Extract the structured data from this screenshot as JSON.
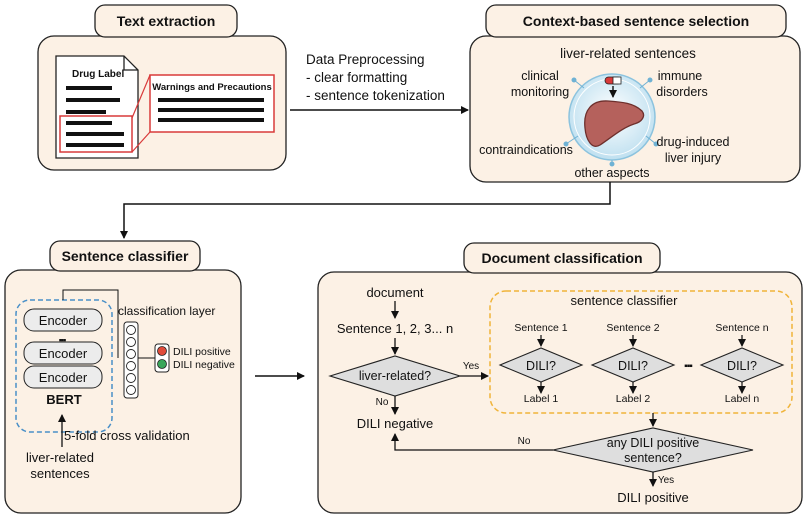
{
  "panels": {
    "text_extraction": {
      "title": "Text extraction",
      "doc_title": "Drug Label",
      "section": "Warnings and Precautions"
    },
    "preprocessing": {
      "title": "Data Preprocessing",
      "step1": "- clear formatting",
      "step2": "- sentence tokenization"
    },
    "context_selection": {
      "title": "Context-based sentence selection",
      "subtitle": "liver-related sentences",
      "aspects": {
        "clinical1": "clinical",
        "clinical2": "monitoring",
        "immune1": "immune",
        "immune2": "disorders",
        "contra": "contraindications",
        "dili1": "drug-induced",
        "dili2": "liver injury",
        "other": "other aspects"
      }
    },
    "sentence_classifier": {
      "title": "Sentence classifier",
      "encoder": "Encoder",
      "dots": "▪▪▪",
      "bert": "BERT",
      "layer": "classification layer",
      "pos": "DILI positive",
      "neg": "DILI negative",
      "cv": "5-fold cross validation",
      "input1": "liver-related",
      "input2": "sentences"
    },
    "document_classification": {
      "title": "Document classification",
      "document": "document",
      "sentences": "Sentence 1, 2, 3... n",
      "liver_q": "liver-related?",
      "yes": "Yes",
      "no": "No",
      "dili_negative": "DILI negative",
      "inner_title": "sentence classifier",
      "s1": "Sentence 1",
      "s2": "Sentence 2",
      "sn": "Sentence n",
      "dili_q": "DILI?",
      "dots": "▪▪▪",
      "l1": "Label 1",
      "l2": "Label 2",
      "ln": "Label n",
      "any1": "any DILI positive",
      "any2": "sentence?",
      "dili_positive": "DILI positive"
    }
  },
  "colors": {
    "panel_fill": "#fcf1e5",
    "tab_fill": "#fcf1e5",
    "red_box": "#d93a3a",
    "bert_dash": "#4a90c8",
    "classifier_dash": "#f0b43a",
    "diamond": "#dedede",
    "encoder_fill": "#ececec",
    "liver": "#b5615c",
    "globe": "#cfe7f3",
    "dili_pos_light": "#e04b3a",
    "dili_neg_light": "#3aa65a"
  }
}
